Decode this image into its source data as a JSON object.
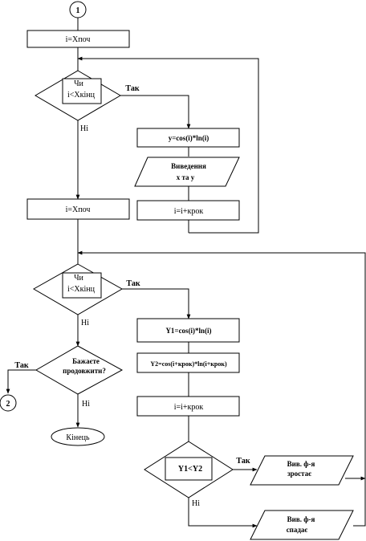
{
  "connectors": {
    "top": "1",
    "exit": "2"
  },
  "boxes": {
    "init1": "i=Хпоч",
    "y_calc": "y=cos(i)*ln(i)",
    "inc1": "i=i+крок",
    "init2": "i=Хпоч",
    "y1_calc": "Y1=cos(i)*ln(i)",
    "y2_calc": "Y2=cos(i+крок)*ln(i+крок)",
    "inc2": "i=i+крок"
  },
  "decisions": {
    "d1": {
      "line1": "Чи",
      "line2": "i<Хкінц",
      "yes": "Так",
      "no": "Ні"
    },
    "d2": {
      "line1": "Чи",
      "line2": "i<Хкінц",
      "yes": "Так",
      "no": "Ні"
    },
    "d3": {
      "line1": "Бажаєте",
      "line2": "продовжити?",
      "yes": "Так",
      "no": "Ні"
    },
    "d4": {
      "line1": "Y1<Y2",
      "yes": "Так",
      "no": "Ні"
    }
  },
  "io": {
    "out1": {
      "line1": "Виведення",
      "line2": "х та у"
    },
    "out2": {
      "line1": "Вив. ф-я",
      "line2": "зростає"
    },
    "out3": {
      "line1": "Вив. ф-я",
      "line2": "спадає"
    }
  },
  "terminal": "Кінець"
}
